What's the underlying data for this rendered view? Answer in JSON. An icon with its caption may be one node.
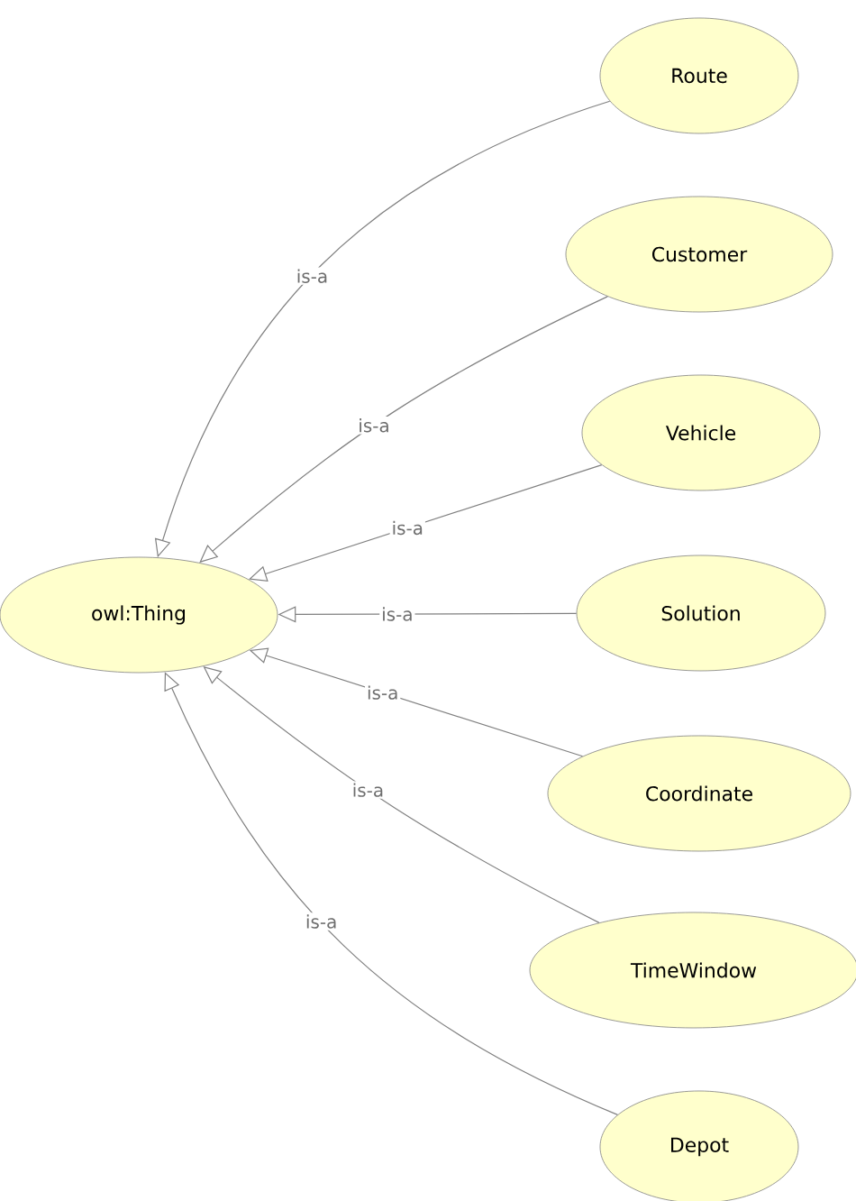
{
  "diagram": {
    "nodes": [
      {
        "text": [
          "owl:Thing"
        ]
      },
      {
        "text": [
          "Route"
        ]
      },
      {
        "text": [
          "Customer"
        ]
      },
      {
        "text": [
          "Vehicle"
        ]
      },
      {
        "text": [
          "Solution"
        ]
      },
      {
        "text": [
          "Coordinate"
        ]
      },
      {
        "text": [
          "TimeWindow"
        ]
      },
      {
        "text": [
          "Depot"
        ]
      }
    ],
    "edges": [
      {
        "from": 1,
        "to": 0,
        "arrow": "to",
        "label": "is-a"
      },
      {
        "from": 2,
        "to": 0,
        "arrow": "to",
        "label": "is-a"
      },
      {
        "from": 3,
        "to": 0,
        "arrow": "to",
        "label": "is-a"
      },
      {
        "from": 4,
        "to": 0,
        "arrow": "to",
        "label": "is-a"
      },
      {
        "from": 5,
        "to": 0,
        "arrow": "to",
        "label": "is-a"
      },
      {
        "from": 6,
        "to": 0,
        "arrow": "to",
        "label": "is-a"
      },
      {
        "from": 7,
        "to": 0,
        "arrow": "to",
        "label": "is-a"
      }
    ]
  }
}
